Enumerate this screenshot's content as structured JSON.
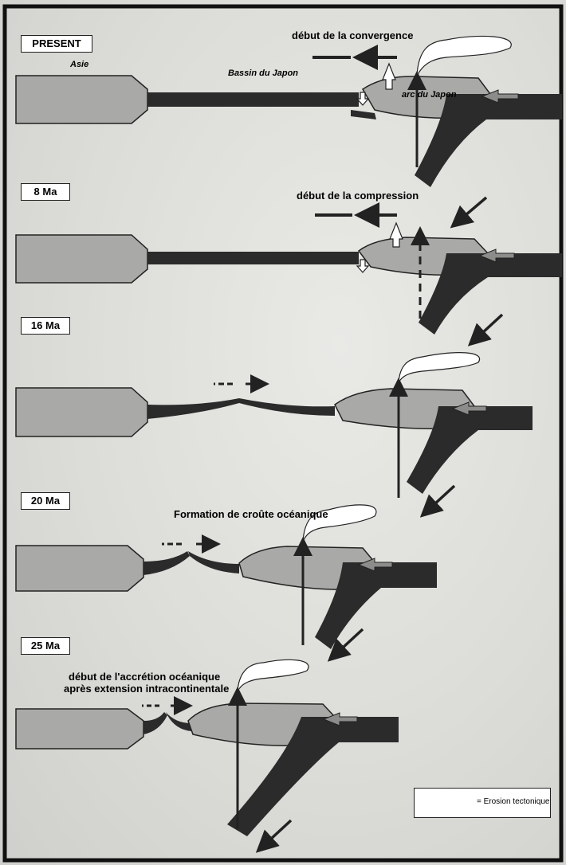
{
  "stages": [
    {
      "age": "PRESENT",
      "title": "début de la convergence"
    },
    {
      "age": "8 Ma",
      "title": "début de la compression"
    },
    {
      "age": "16 Ma",
      "title": ""
    },
    {
      "age": "20 Ma",
      "title": "Formation de croûte océanique"
    },
    {
      "age": "25 Ma",
      "title": "début de l'accrétion océanique",
      "title2": "après extension intracontinentale"
    }
  ],
  "labels": {
    "asie": "Asie",
    "bassin": "Bassin du Japon",
    "arc": "arc du Japon"
  },
  "legend": {
    "text": "= Erosion tectonique"
  },
  "colors": {
    "block": "#a9a9a7",
    "dark": "#2b2b2b",
    "frame": "#111111"
  }
}
